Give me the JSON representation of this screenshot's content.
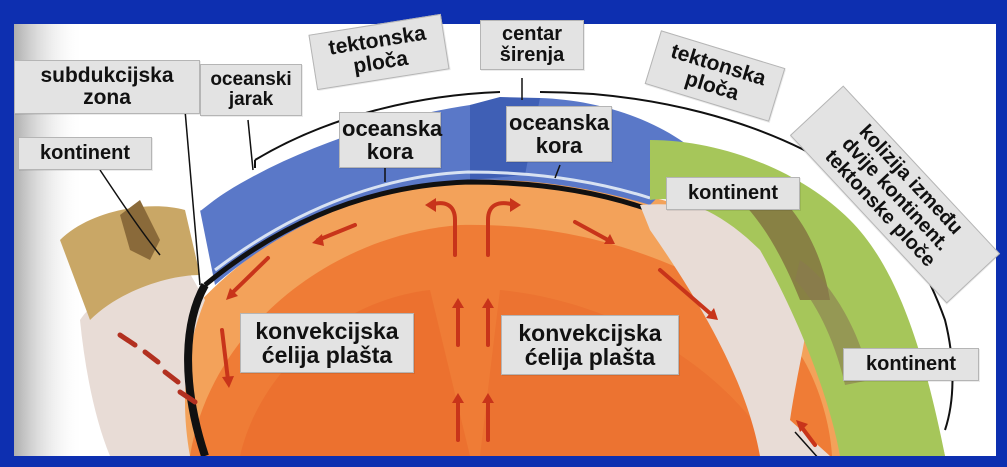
{
  "labels": {
    "subdukcijska_zona": "subdukcijska\nzona",
    "oceanski_jarak": "oceanski\njarak",
    "tektonska_ploca_left": "tektonska\nploča",
    "centar_sirenja": "centar\nširenja",
    "tektonska_ploca_right": "tektonska\nploča",
    "kontinent_left": "kontinent",
    "oceanska_kora_left": "oceanska\nkora",
    "oceanska_kora_right": "oceanska\nkora",
    "kontinent_middle": "kontinent",
    "kolizija": "kolizija između\ndvije kontinent.\ntektonske ploče",
    "konvekcijska_left": "konvekcijska\nćelija plašta",
    "konvekcijska_right": "konvekcijska\nćelija plašta",
    "kontinent_right": "kontinent"
  },
  "colors": {
    "background": "#0d2fb0",
    "ocean_crust": "#5a78c8",
    "mantle_outer": "#f3a25a",
    "mantle_inner": "#f07a35",
    "continent_green": "#a6c65a",
    "continental_crust": "#e6d8d2",
    "arrows": "#c8341a"
  }
}
